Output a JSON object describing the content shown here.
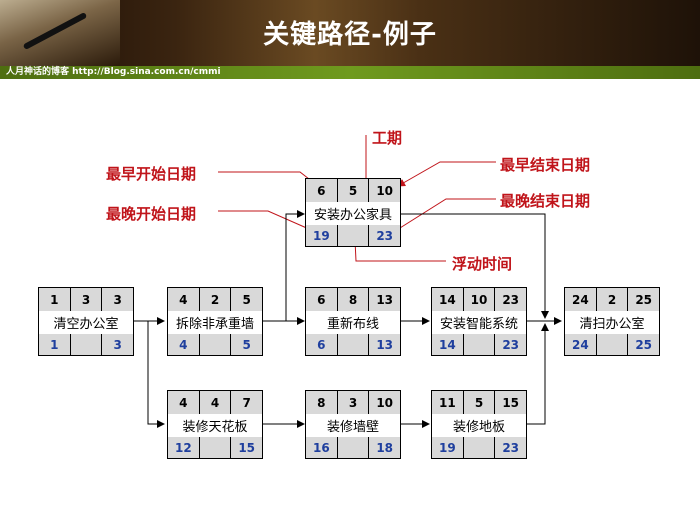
{
  "header": {
    "title": "关键路径-例子",
    "blog": "人月神话的博客 http://Blog.sina.com.cn/cmmi"
  },
  "colors": {
    "accent_red": "#c0141a",
    "late_blue": "#1f3f9e",
    "grid_gray": "#d9d9d9"
  },
  "annotations": {
    "duration": "工期",
    "earliest_start": "最早开始日期",
    "latest_start": "最晚开始日期",
    "earliest_finish": "最早结束日期",
    "latest_finish": "最晚结束日期",
    "float": "浮动时间"
  },
  "tasks": {
    "furniture": {
      "name": "安装办公家具",
      "es": "6",
      "dur": "5",
      "ef": "10",
      "ls": "19",
      "fl": "",
      "lf": "23"
    },
    "clear": {
      "name": "清空办公室",
      "es": "1",
      "dur": "3",
      "ef": "3",
      "ls": "1",
      "fl": "",
      "lf": "3"
    },
    "demolish": {
      "name": "拆除非承重墙",
      "es": "4",
      "dur": "2",
      "ef": "5",
      "ls": "4",
      "fl": "",
      "lf": "5"
    },
    "rewire": {
      "name": "重新布线",
      "es": "6",
      "dur": "8",
      "ef": "13",
      "ls": "6",
      "fl": "",
      "lf": "13"
    },
    "smart": {
      "name": "安装智能系统",
      "es": "14",
      "dur": "10",
      "ef": "23",
      "ls": "14",
      "fl": "",
      "lf": "23"
    },
    "cleanup": {
      "name": "清扫办公室",
      "es": "24",
      "dur": "2",
      "ef": "25",
      "ls": "24",
      "fl": "",
      "lf": "25"
    },
    "ceiling": {
      "name": "装修天花板",
      "es": "4",
      "dur": "4",
      "ef": "7",
      "ls": "12",
      "fl": "",
      "lf": "15"
    },
    "walls": {
      "name": "装修墙壁",
      "es": "8",
      "dur": "3",
      "ef": "10",
      "ls": "16",
      "fl": "",
      "lf": "18"
    },
    "floor": {
      "name": "装修地板",
      "es": "11",
      "dur": "5",
      "ef": "15",
      "ls": "19",
      "fl": "",
      "lf": "23"
    }
  }
}
